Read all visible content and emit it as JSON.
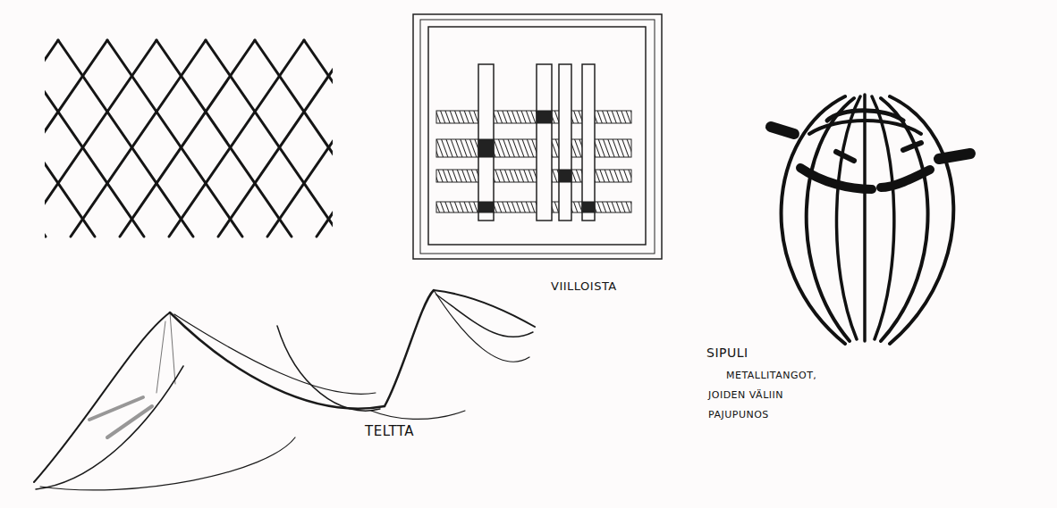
{
  "diagram": {
    "labels": [
      "VIILLOISTA",
      "TELTTA",
      "SIPULI",
      "METALLITANGOT, JOIDEN VÄLIIN PAJUPUNOS"
    ]
  }
}
